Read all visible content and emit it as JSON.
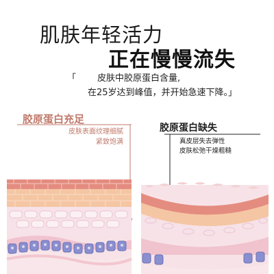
{
  "headline": {
    "line1": "肌肤年轻活力",
    "line2": "正在慢慢流失"
  },
  "quote": {
    "open_mark": "「",
    "line1": "皮肤中胶原蛋白含量,",
    "line2": "在25岁达到峰值，并开始急速下降。」"
  },
  "left_panel": {
    "title": "胶原蛋白充足",
    "desc": [
      "皮肤表面纹理细腻",
      "紧致饱满"
    ]
  },
  "right_panel": {
    "title": "胶原蛋白缺失",
    "desc": [
      "真皮层失去弹性",
      "皮肤松弛干燥粗糙"
    ]
  },
  "colors": {
    "accent_left": "#c07a6b",
    "skin_top": "#e28a7e",
    "skin_mid": "#f3c5a4",
    "dermis": "#f7dfe3",
    "base_cells": "#7f88c8"
  }
}
